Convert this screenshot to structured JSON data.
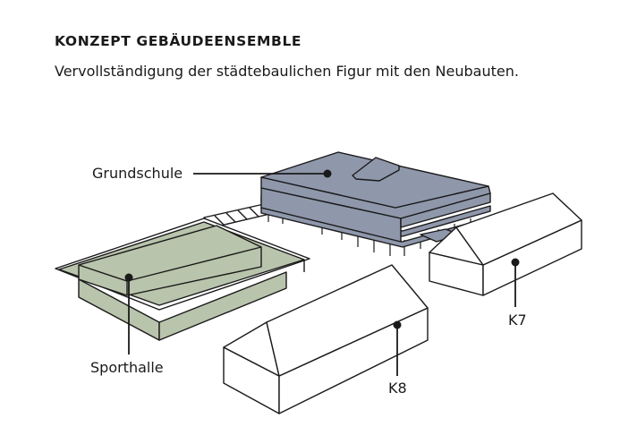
{
  "header": {
    "title": "KONZEPT GEBÄUDEENSEMBLE",
    "subtitle": "Vervollständigung der städtebaulichen Figur mit den Neubauten."
  },
  "labels": {
    "grundschule": "Grundschule",
    "sporthalle": "Sporthalle",
    "k7": "K7",
    "k8": "K8"
  },
  "colors": {
    "grundschule_fill": "#8f97ab",
    "sporthalle_fill": "#b9c4ac",
    "existing_fill": "#ffffff",
    "line": "#1a1a1a"
  }
}
